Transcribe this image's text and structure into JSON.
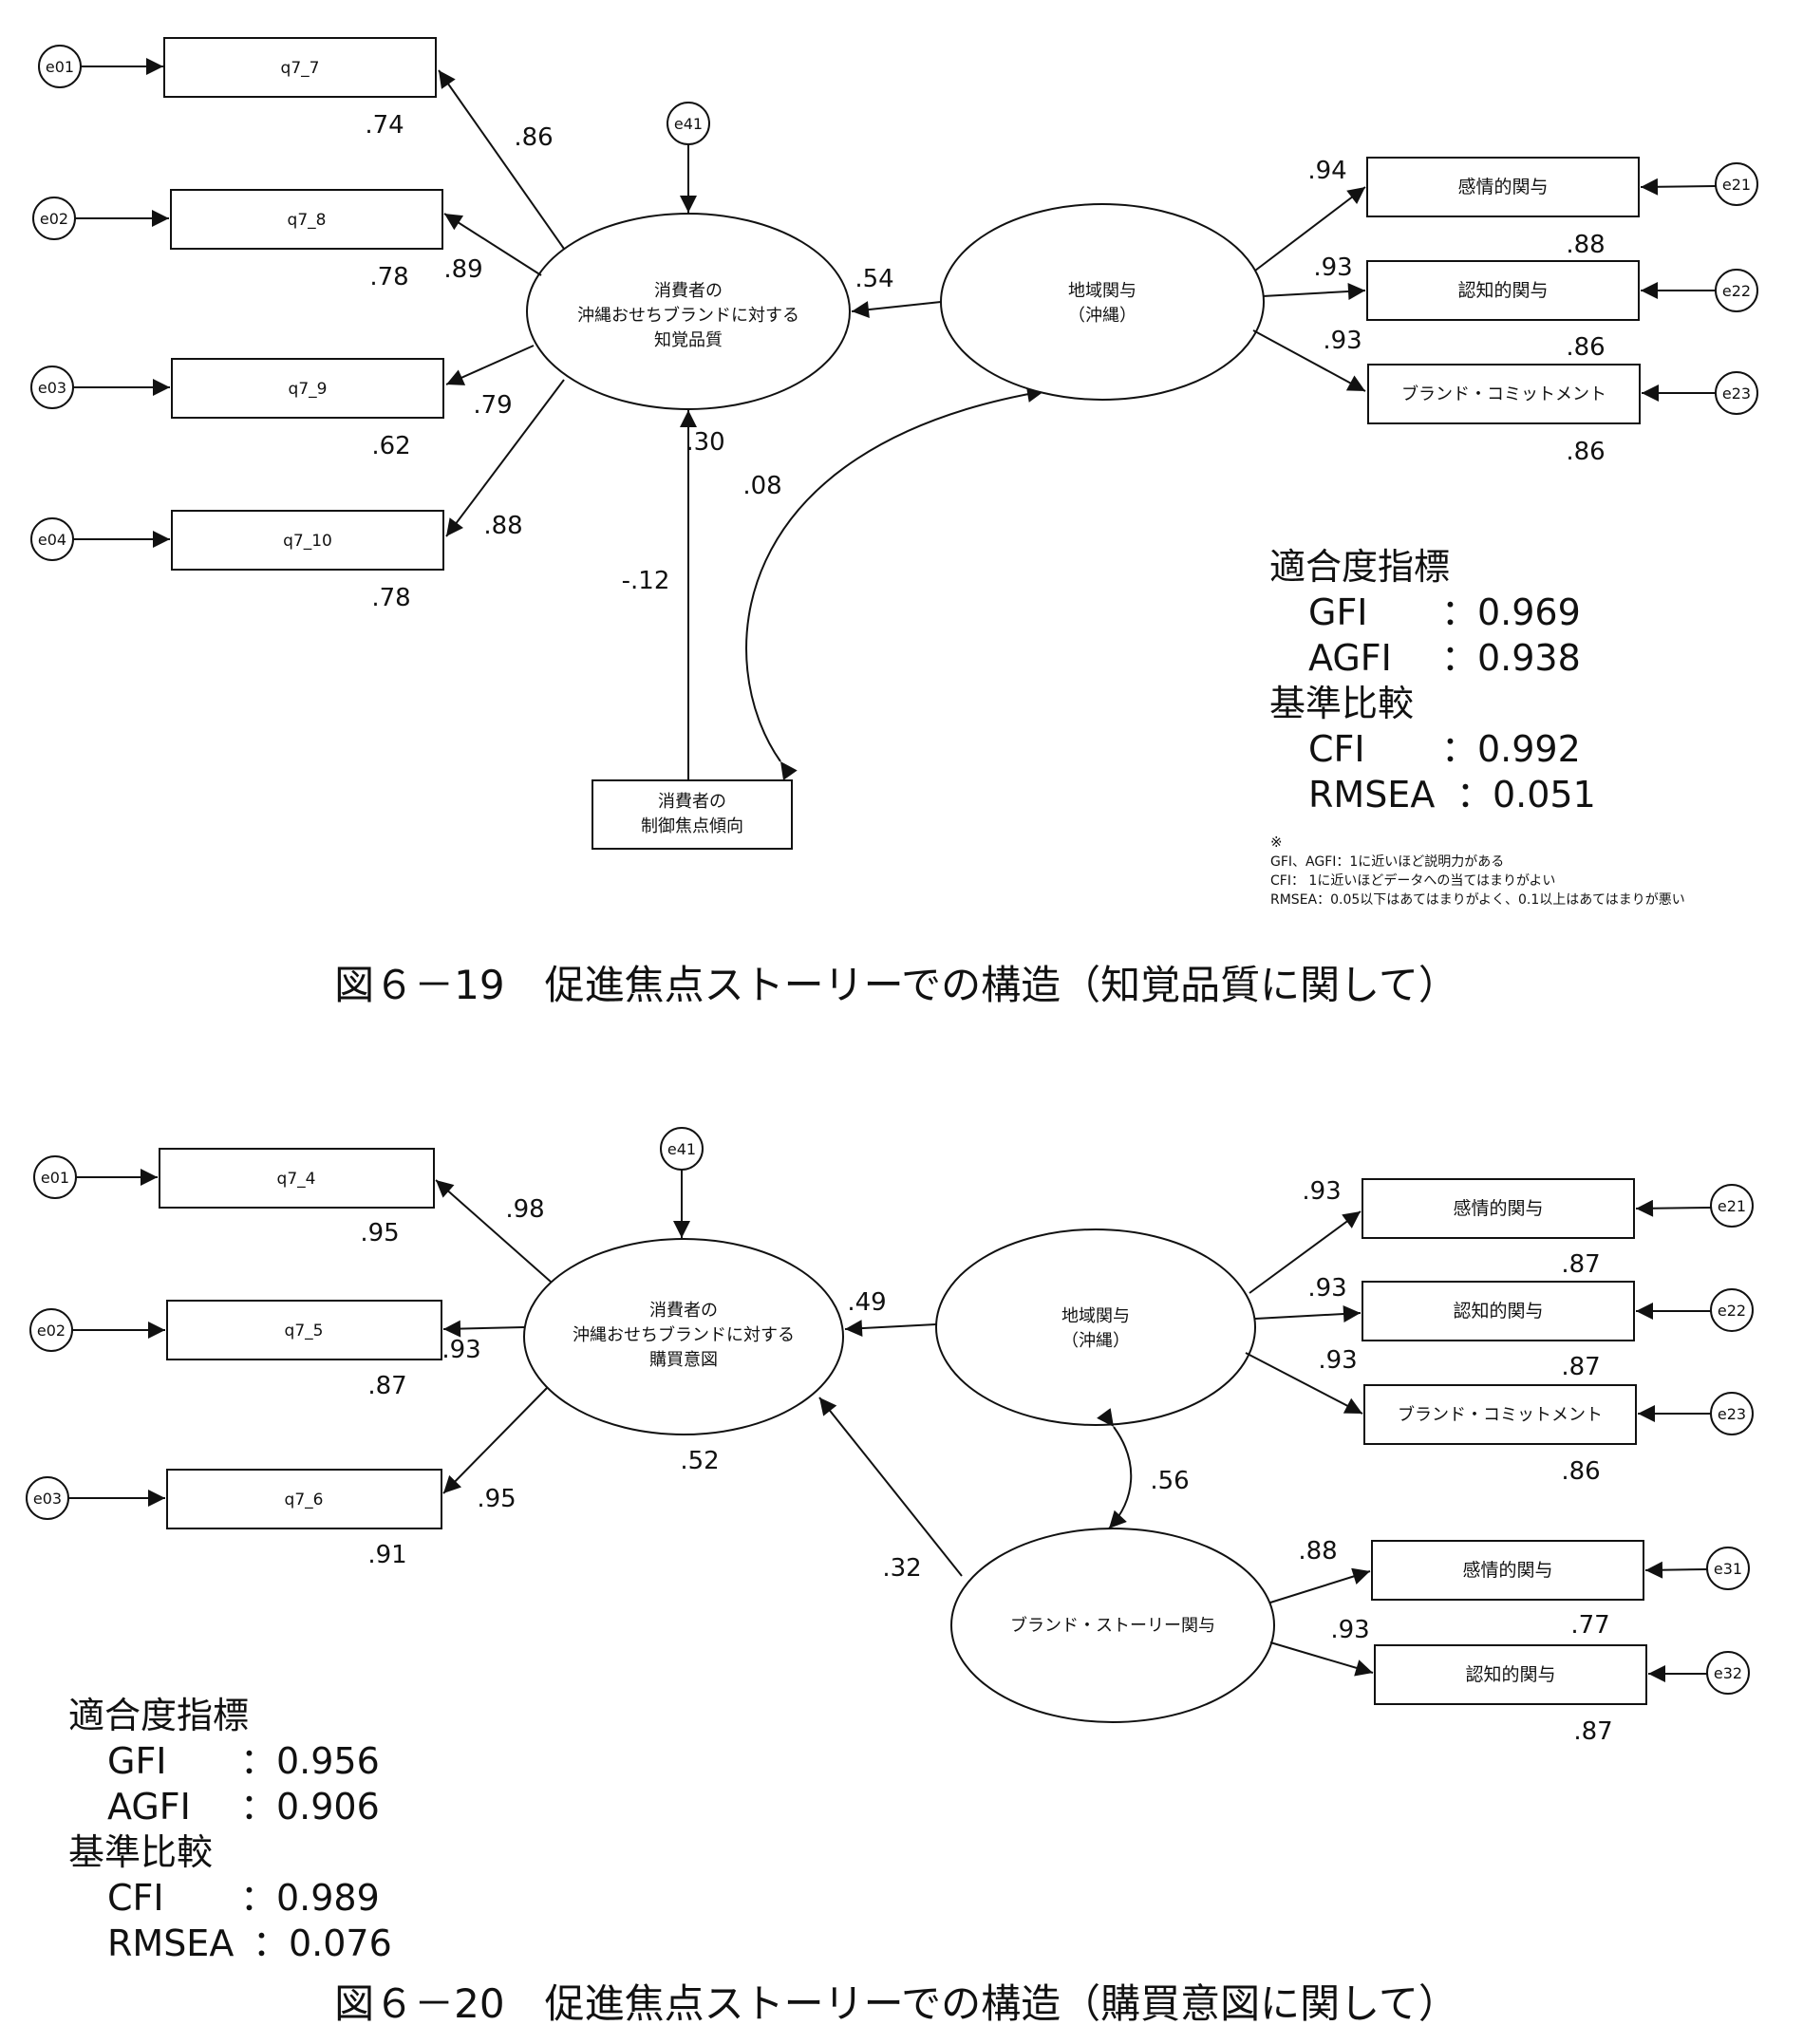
{
  "fig19": {
    "caption": "図６－19　促進焦点ストーリーでの構造（知覚品質に関して）",
    "errors": [
      "e01",
      "e02",
      "e03",
      "e04",
      "e41",
      "e21",
      "e22",
      "e23"
    ],
    "observed_left": [
      "q7_7",
      "q7_8",
      "q7_9",
      "q7_10"
    ],
    "loadings_left": [
      ".86",
      ".89",
      ".79",
      ".88"
    ],
    "r2_left": [
      ".74",
      ".78",
      ".62",
      ".78"
    ],
    "latent_center": [
      "消費者の",
      "沖縄おせちブランドに対する",
      "知覚品質"
    ],
    "latent_right": [
      "地域関与",
      "（沖縄）"
    ],
    "observed_right": [
      "感情的関与",
      "認知的関与",
      "ブランド・コミットメント"
    ],
    "loadings_right": [
      ".94",
      ".93",
      ".93"
    ],
    "r2_right": [
      ".88",
      ".86",
      ".86"
    ],
    "control_box": [
      "消費者の",
      "制御焦点傾向"
    ],
    "path_region_to_center": ".54",
    "r2_center": ".30",
    "path_control_to_center": "-.12",
    "cov_control_region": ".08",
    "fit_title": "適合度指標",
    "gfi_label": "GFI",
    "gfi_value": "：0.969",
    "agfi_label": "AGFI",
    "agfi_value": "：0.938",
    "base_title": "基準比較",
    "cfi_label": "CFI",
    "cfi_value": "：0.992",
    "rmsea_label": "RMSEA",
    "rmsea_value": "：0.051",
    "note_mark": "※",
    "notes": [
      "GFI、AGFI：1に近いほど説明力がある",
      "CFI： 1に近いほどデータへの当てはまりがよい",
      "RMSEA：0.05以下はあてはまりがよく、0.1以上はあてはまりが悪い"
    ]
  },
  "fig20": {
    "caption": "図６－20　促進焦点ストーリーでの構造（購買意図に関して）",
    "errors": [
      "e01",
      "e02",
      "e03",
      "e41",
      "e21",
      "e22",
      "e23",
      "e31",
      "e32"
    ],
    "observed_left": [
      "q7_4",
      "q7_5",
      "q7_6"
    ],
    "loadings_left": [
      ".98",
      ".93",
      ".95"
    ],
    "r2_left": [
      ".95",
      ".87",
      ".91"
    ],
    "latent_center": [
      "消費者の",
      "沖縄おせちブランドに対する",
      "購買意図"
    ],
    "r2_center": ".52",
    "latent_region": [
      "地域関与",
      "（沖縄）"
    ],
    "path_region_to_center": ".49",
    "observed_region": [
      "感情的関与",
      "認知的関与",
      "ブランド・コミットメント"
    ],
    "loadings_region": [
      ".93",
      ".93",
      ".93"
    ],
    "r2_region": [
      ".87",
      ".87",
      ".86"
    ],
    "cov_region_story": ".56",
    "latent_story": "ブランド・ストーリー関与",
    "path_story_to_center": ".32",
    "observed_story": [
      "感情的関与",
      "認知的関与"
    ],
    "loadings_story": [
      ".88",
      ".93"
    ],
    "r2_story": [
      ".77",
      ".87"
    ],
    "fit_title": "適合度指標",
    "gfi_label": "GFI",
    "gfi_value": "：0.956",
    "agfi_label": "AGFI",
    "agfi_value": "：0.906",
    "base_title": "基準比較",
    "cfi_label": "CFI",
    "cfi_value": "：0.989",
    "rmsea_label": "RMSEA",
    "rmsea_value": "：0.076"
  }
}
